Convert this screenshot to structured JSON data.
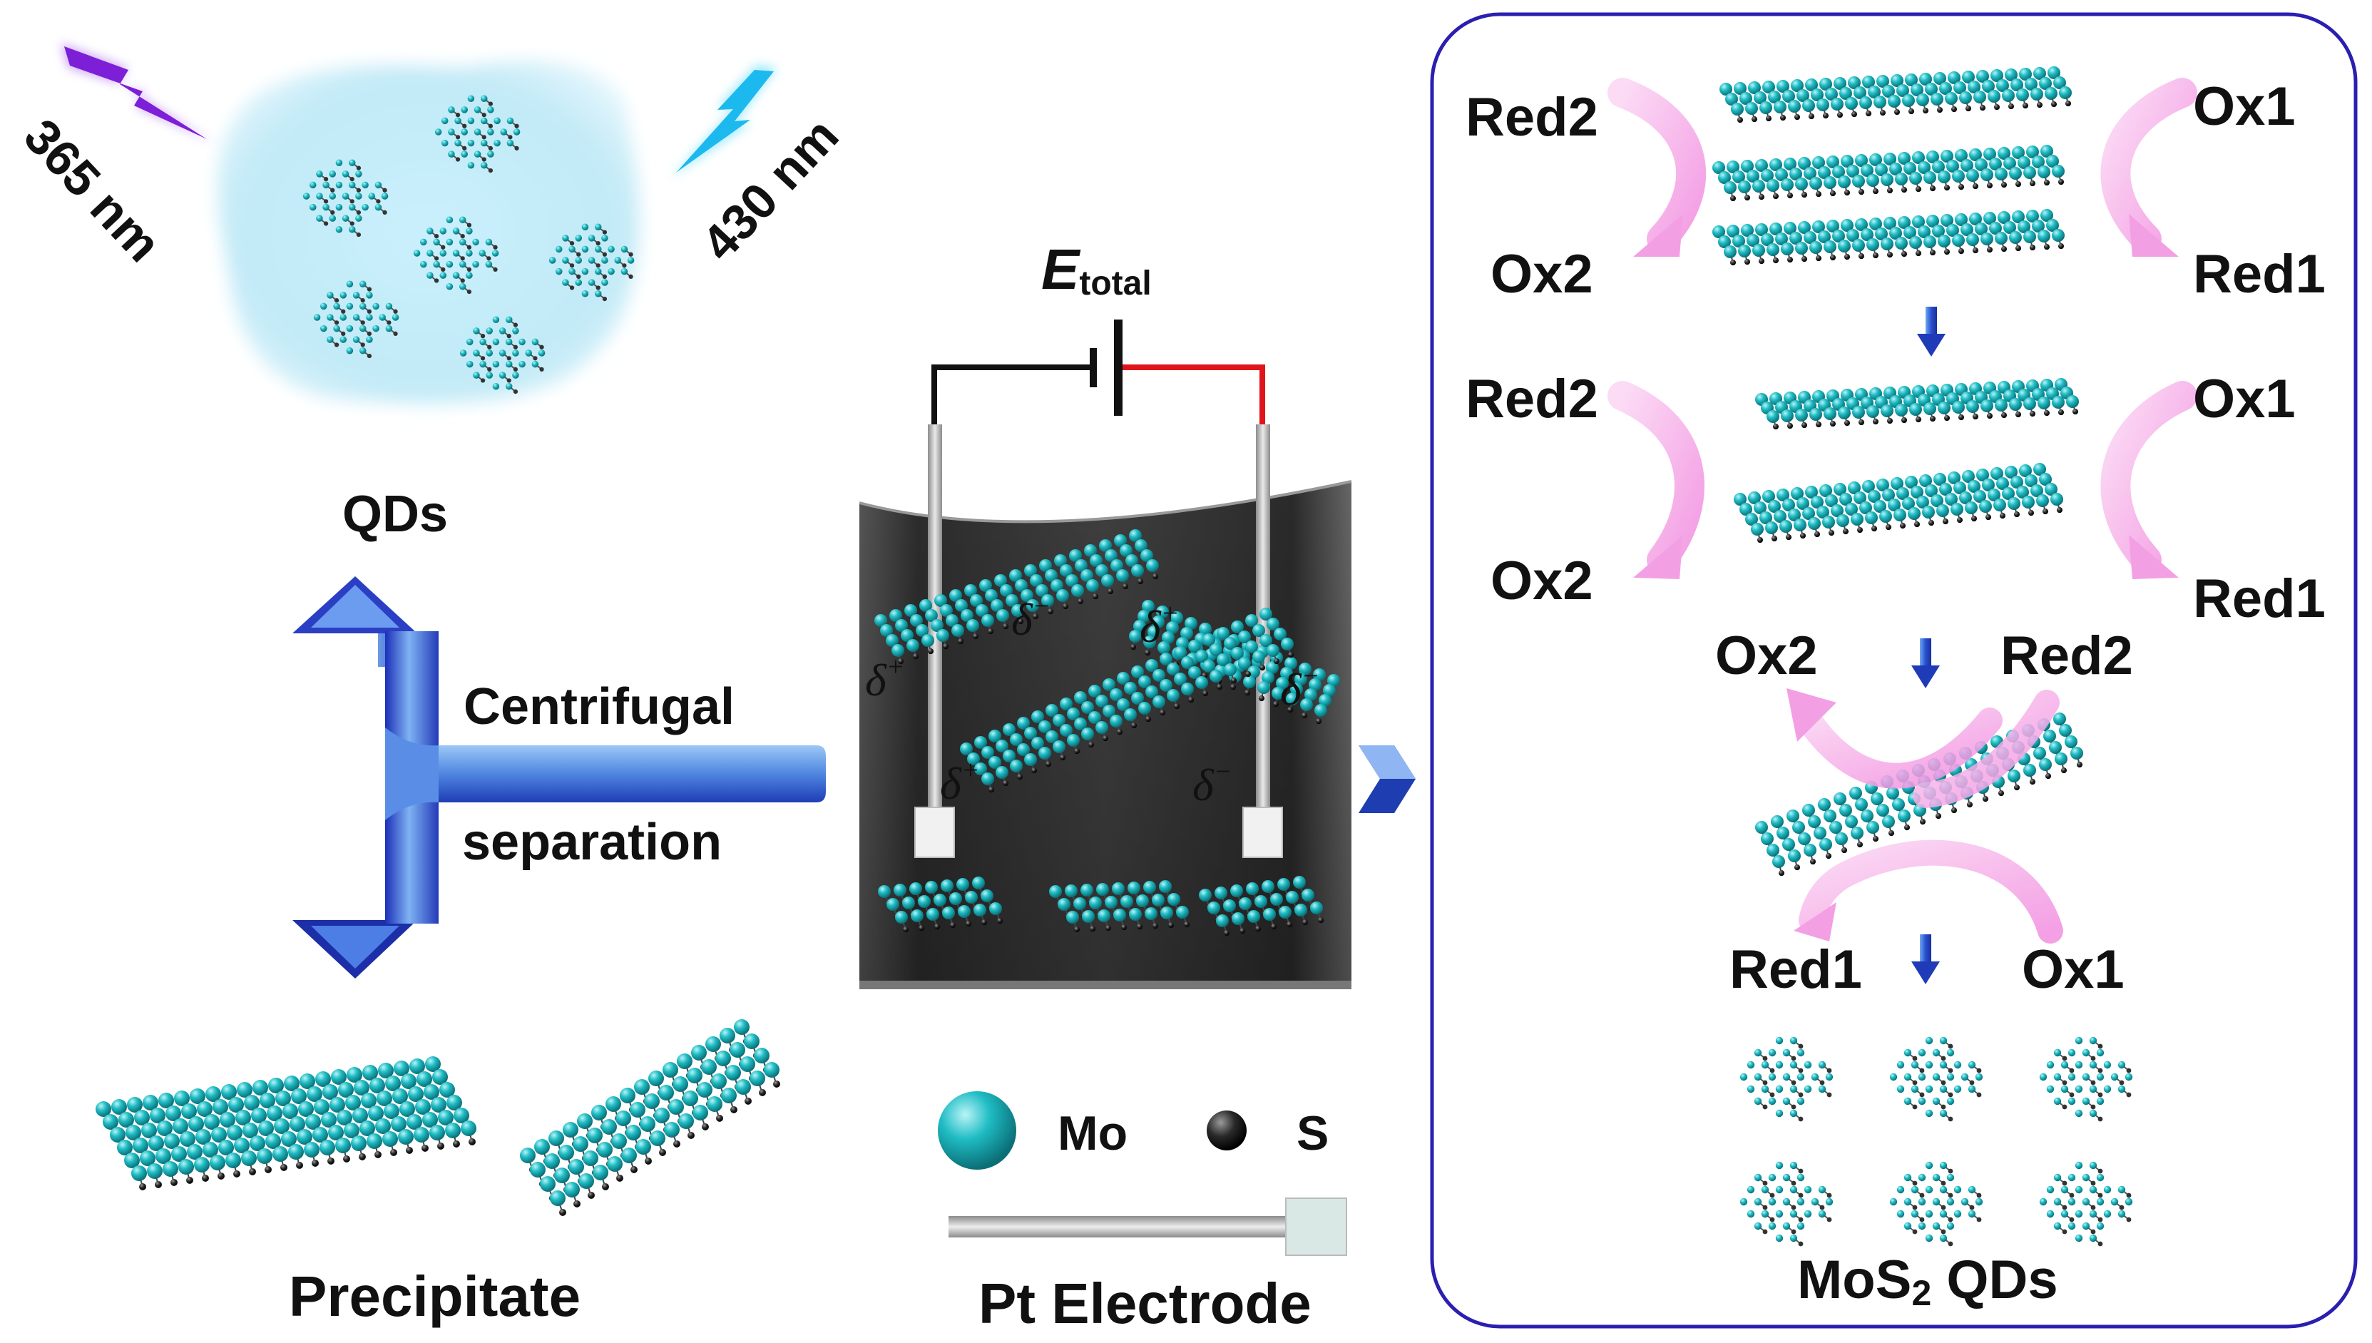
{
  "labels": {
    "uv_wavelength": "365 nm",
    "emission_wavelength": "430 nm",
    "qds": "QDs",
    "centrifugal": "Centrifugal",
    "separation": "separation",
    "precipitate": "Precipitate",
    "mo": "Mo",
    "s": "S",
    "pt_electrode": "Pt Electrode",
    "e_symbol": "E",
    "e_subscript": "total",
    "mos2_qds_main": "MoS",
    "mos2_qds_sub": "2",
    "mos2_qds_tail": " QDs"
  },
  "charges": {
    "delta_minus": "δ",
    "delta_plus": "δ",
    "minus": "−",
    "plus": "+"
  },
  "redox": {
    "red2": "Red2",
    "ox1": "Ox1",
    "ox2": "Ox2",
    "red1": "Red1"
  },
  "colors": {
    "atom_mo": "#1fbcc4",
    "atom_s": "#222222",
    "glow_blue": "#bfe9f6",
    "violet": "#8a2be2",
    "cyan": "#22c2f0",
    "panel_border": "#2a1fb0",
    "arrow_pink": "#f5a6e6",
    "down_arrow": "#2f55d6",
    "wire_red": "#e0151b",
    "wire_black": "#111111",
    "container_dark": "#333333"
  }
}
